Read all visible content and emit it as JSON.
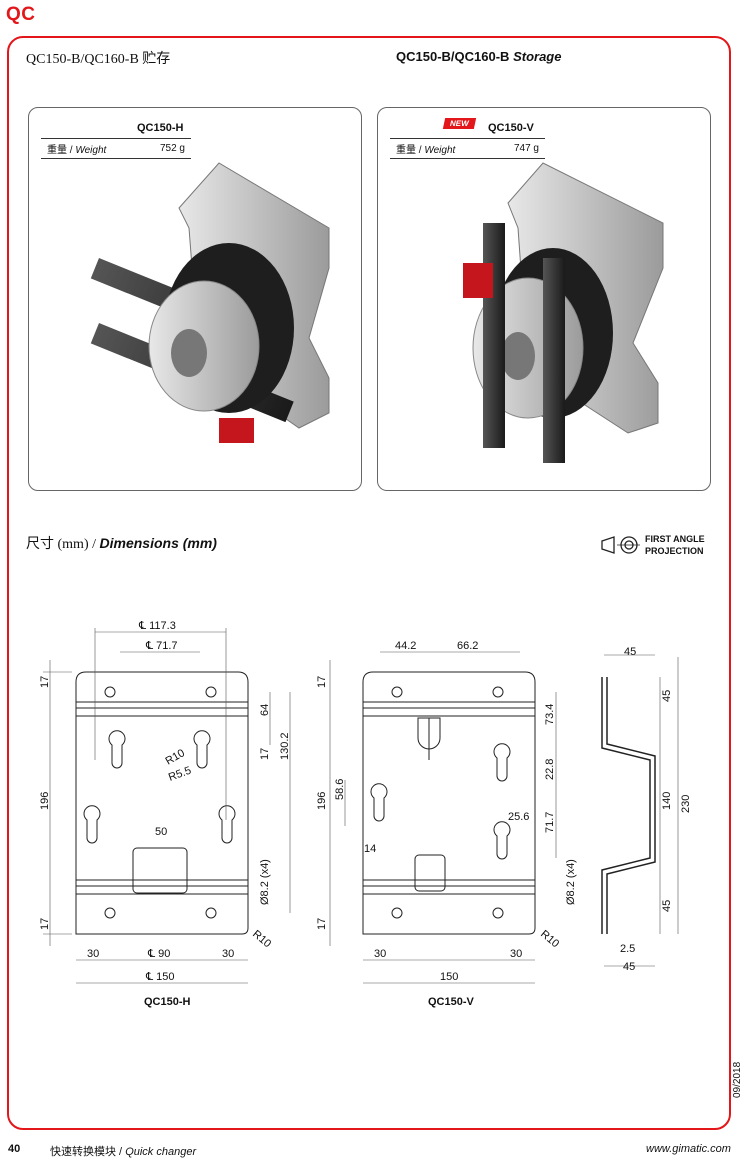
{
  "header": {
    "section": "QC",
    "title_cn": "QC150-B/QC160-B 贮存",
    "title_en_main": "QC150-B/QC160-B",
    "title_en_italic": "Storage"
  },
  "cards": [
    {
      "product": "QC150-H",
      "weight_label_cn": "重量 /",
      "weight_label_en": "Weight",
      "weight": "752 g"
    },
    {
      "product": "QC150-V",
      "badge": "NEW",
      "weight_label_cn": "重量 /",
      "weight_label_en": "Weight",
      "weight": "747 g"
    }
  ],
  "dimensions": {
    "title_cn": "尺寸 (mm) /",
    "title_en": "Dimensions (mm)",
    "projection": [
      "FIRST ANGLE",
      "PROJECTION"
    ]
  },
  "drawings": {
    "h": {
      "label": "QC150-H",
      "dims": {
        "c117": "℄ 117.3",
        "c71": "℄ 71.7",
        "d17a": "17",
        "d196": "196",
        "d17b": "17",
        "d64": "64",
        "d17c": "17",
        "d130": "130.2",
        "r10": "R10",
        "r55": "R5.5",
        "d50": "50",
        "d82": "Ø8.2 (x4)",
        "d30a": "30",
        "c90": "℄ 90",
        "d30b": "30",
        "c150": "℄ 150",
        "r10b": "R10"
      }
    },
    "v": {
      "label": "QC150-V",
      "dims": {
        "d442": "44.2",
        "d662": "66.2",
        "d17a": "17",
        "d196": "196",
        "d17b": "17",
        "d734": "73.4",
        "d228": "22.8",
        "d586": "58.6",
        "d256": "25.6",
        "d717": "71.7",
        "d14": "14",
        "d82": "Ø8.2 (x4)",
        "d30a": "30",
        "d150": "150",
        "d30b": "30",
        "r10": "R10"
      }
    },
    "side": {
      "dims": {
        "d45t": "45",
        "d45a": "45",
        "d140": "140",
        "d230": "230",
        "d45b": "45",
        "d25": "2.5",
        "d45bot": "45"
      }
    }
  },
  "footer": {
    "page": "40",
    "cn": "快速转换模块 /",
    "en": "Quick changer",
    "url": "www.gimatic.com",
    "date": "09/2018"
  }
}
